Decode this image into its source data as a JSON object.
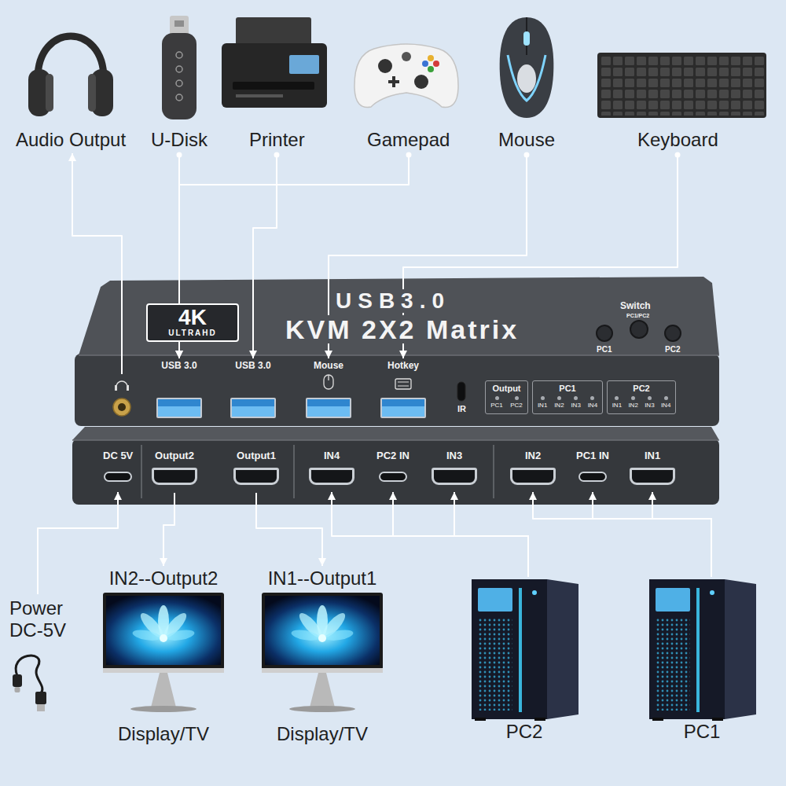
{
  "diagram": {
    "nodes": [
      {
        "text": [
          "Audio Output"
        ]
      },
      {
        "text": [
          "U-Disk"
        ]
      },
      {
        "text": [
          "Printer"
        ]
      },
      {
        "text": [
          "Gamepad"
        ]
      },
      {
        "text": [
          "Mouse"
        ]
      },
      {
        "text": [
          "Keyboard"
        ]
      },
      {
        "text": [
          "USB3.0",
          "KVM 2X2 Matrix"
        ]
      },
      {
        "text": [
          "4K",
          "ULTRAHD"
        ],
        "in": 6
      },
      {
        "text": [
          "USB 3.0"
        ],
        "in": 6
      },
      {
        "text": [
          "USB 3.0"
        ],
        "in": 6
      },
      {
        "text": [
          "Mouse"
        ],
        "in": 6
      },
      {
        "text": [
          "Hotkey"
        ],
        "in": 6
      },
      {
        "text": [
          "Output",
          "PC1",
          "PC2"
        ],
        "in": 6
      },
      {
        "text": [
          "PC1",
          "IN1",
          "IN2",
          "IN3",
          "IN4"
        ],
        "in": 6
      },
      {
        "text": [
          "PC2",
          "IN1",
          "IN2",
          "IN3",
          "IN4"
        ],
        "in": 6
      },
      {
        "text": [
          "DC 5V"
        ]
      },
      {
        "text": [
          "Output2"
        ]
      },
      {
        "text": [
          "Output1"
        ]
      },
      {
        "text": [
          "IN4"
        ]
      },
      {
        "text": [
          "PC2 IN"
        ]
      },
      {
        "text": [
          "IN3"
        ]
      },
      {
        "text": [
          "IN2"
        ]
      },
      {
        "text": [
          "PC1 IN"
        ]
      },
      {
        "text": [
          "IN1"
        ]
      },
      {
        "text": [
          "Power DC-5V"
        ]
      },
      {
        "text": [
          "IN2--Output2",
          "Display/TV"
        ]
      },
      {
        "text": [
          "IN1--Output1",
          "Display/TV"
        ]
      },
      {
        "text": [
          "PC2"
        ]
      },
      {
        "text": [
          "PC1"
        ]
      }
    ],
    "edges": [
      {
        "from": 6,
        "to": 0,
        "arrow": "to"
      },
      {
        "from": 1,
        "to": 8,
        "arrow": "to"
      },
      {
        "from": 3,
        "to": 8,
        "arrow": "to"
      },
      {
        "from": 2,
        "to": 9,
        "arrow": "to"
      },
      {
        "from": 4,
        "to": 10,
        "arrow": "to"
      },
      {
        "from": 5,
        "to": 11,
        "arrow": "to"
      },
      {
        "from": 24,
        "to": 15,
        "arrow": "to"
      },
      {
        "from": 16,
        "to": 25,
        "arrow": "to"
      },
      {
        "from": 17,
        "to": 26,
        "arrow": "to"
      },
      {
        "from": 27,
        "to": 18,
        "arrow": "to"
      },
      {
        "from": 27,
        "to": 19,
        "arrow": "to"
      },
      {
        "from": 27,
        "to": 20,
        "arrow": "to"
      },
      {
        "from": 28,
        "to": 21,
        "arrow": "to"
      },
      {
        "from": 28,
        "to": 22,
        "arrow": "to"
      },
      {
        "from": 28,
        "to": 23,
        "arrow": "to"
      }
    ],
    "labels": [
      "Switch",
      "PC1/PC2",
      "PC1",
      "PC2",
      "IR"
    ]
  }
}
